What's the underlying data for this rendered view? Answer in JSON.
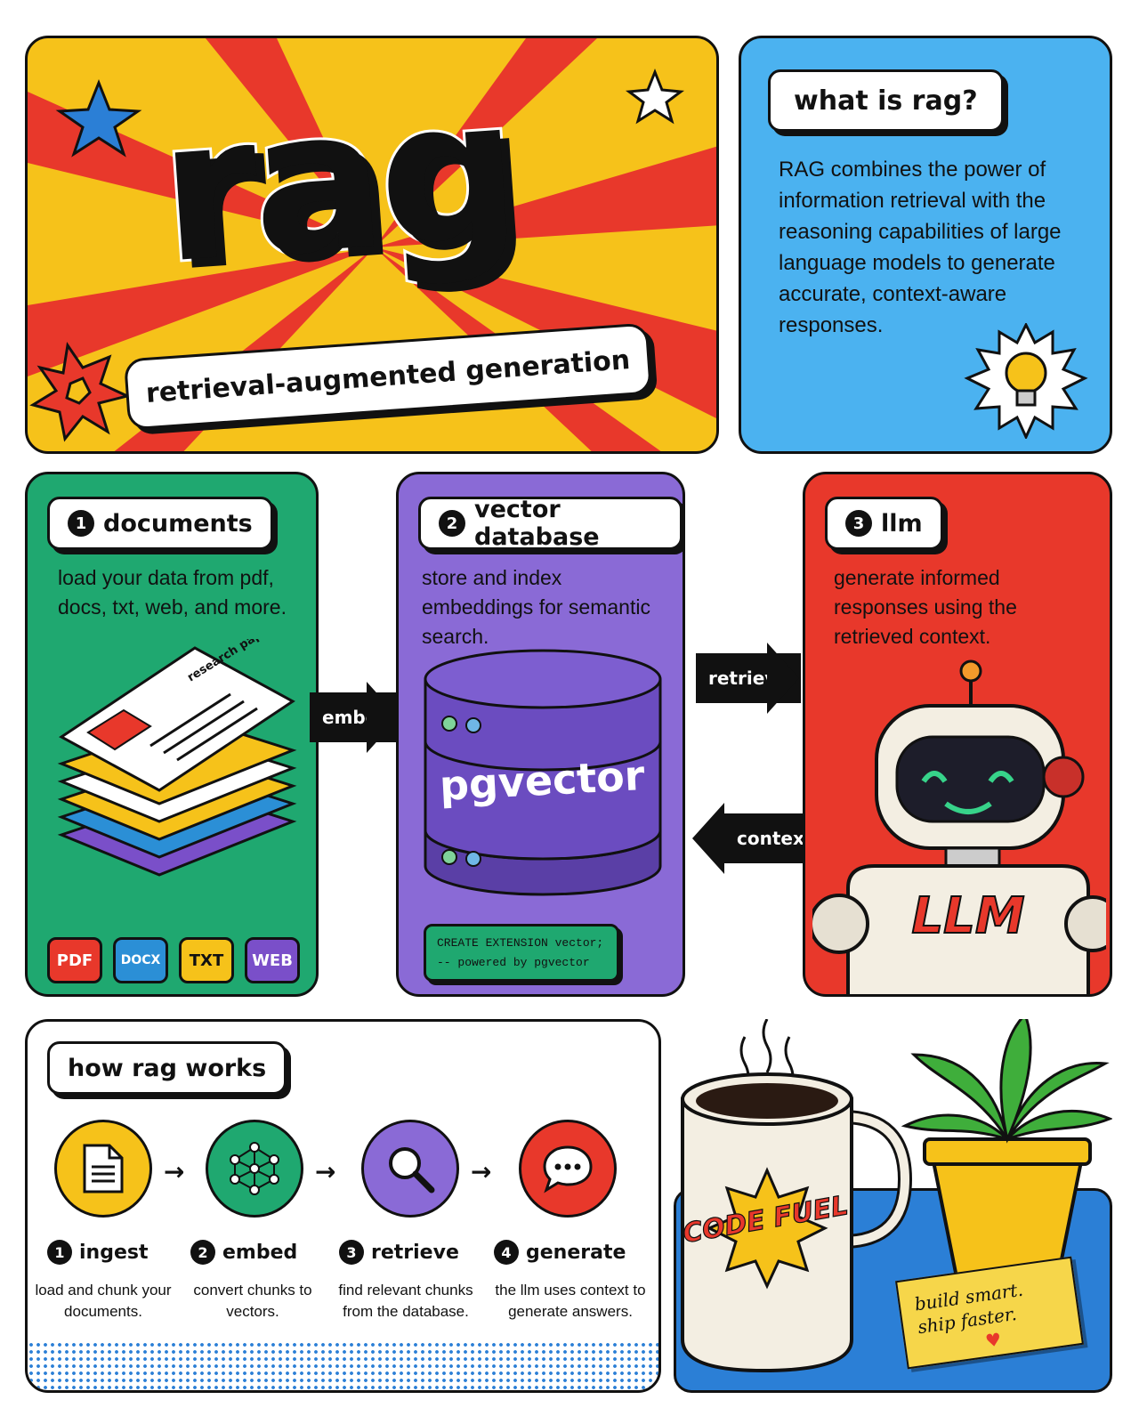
{
  "hero": {
    "title": "rag",
    "subtitle": "retrieval-augmented generation"
  },
  "what_is": {
    "heading": "what is rag?",
    "text": "RAG combines the power of information retrieval with the reasoning capabilities of large language models to generate accurate, context-aware responses."
  },
  "documents": {
    "number": "1",
    "title": "documents",
    "text": "load your data from pdf, docs, txt, web, and more.",
    "paper_label": "research paper",
    "badges": [
      {
        "label": "PDF",
        "color": "#e8382b"
      },
      {
        "label": "DOCX",
        "color": "#2b8fd6"
      },
      {
        "label": "TXT",
        "color": "#f6c21a"
      },
      {
        "label": "WEB",
        "color": "#7a4fc9"
      }
    ]
  },
  "vector_db": {
    "number": "2",
    "title": "vector database",
    "text": "store and index embeddings for semantic search.",
    "db_label": "pgvector",
    "code_line1": "CREATE EXTENSION vector;",
    "code_line2": "-- powered by pgvector"
  },
  "llm": {
    "number": "3",
    "title": "llm",
    "text": "generate informed responses using the retrieved context.",
    "robot_label": "LLM"
  },
  "arrows": {
    "embed": "embed",
    "retrieve": "retrieve",
    "context": "context"
  },
  "how": {
    "heading": "how rag works",
    "steps": [
      {
        "number": "1",
        "name": "ingest",
        "desc": "load and chunk your documents.",
        "icon": "document-icon",
        "color": "#f6c21a"
      },
      {
        "number": "2",
        "name": "embed",
        "desc": "convert chunks to vectors.",
        "icon": "network-icon",
        "color": "#1fa870"
      },
      {
        "number": "3",
        "name": "retrieve",
        "desc": "find relevant chunks from the database.",
        "icon": "search-icon",
        "color": "#8a6ad6"
      },
      {
        "number": "4",
        "name": "generate",
        "desc": "the llm uses context to generate answers.",
        "icon": "chat-bubble-icon",
        "color": "#e8382b"
      }
    ]
  },
  "illustration": {
    "mug_text": "CODE FUEL",
    "note_line1": "build smart.",
    "note_line2": "ship faster."
  }
}
